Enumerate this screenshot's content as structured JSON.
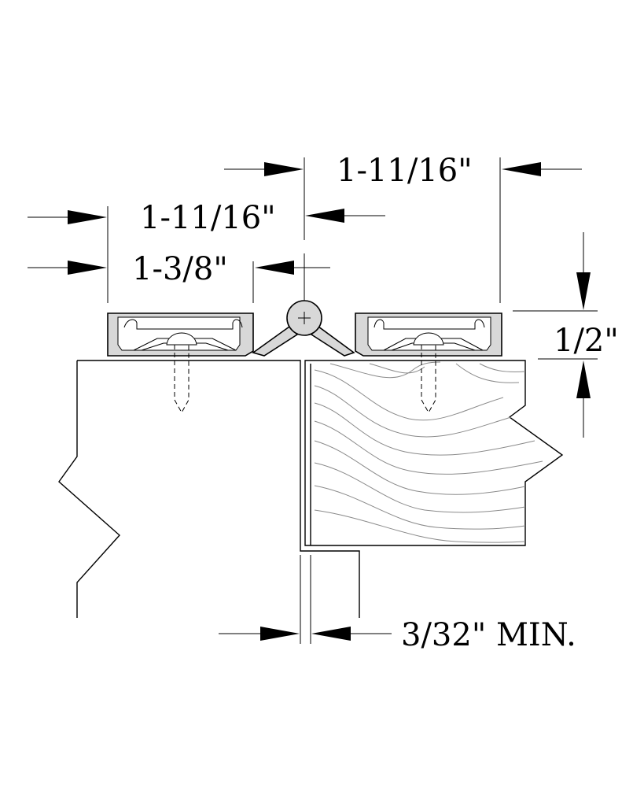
{
  "dimensions": {
    "top_width": "1-11/16\"",
    "left_width": "1-11/16\"",
    "leaf_width": "1-3/8\"",
    "height": "1/2\"",
    "gap": "3/32\" MIN."
  },
  "colors": {
    "line": "#000000",
    "hinge_fill": "#d8d8d8",
    "wood_grain": "#8a8a8a",
    "background": "#ffffff"
  }
}
